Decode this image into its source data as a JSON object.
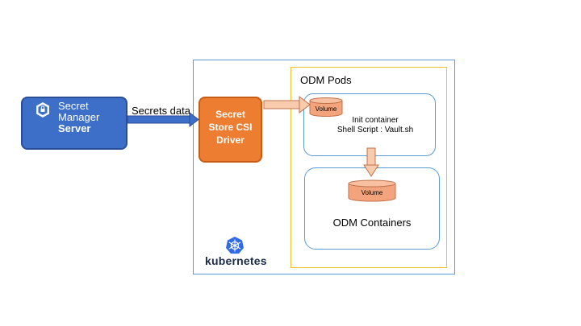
{
  "secret_manager": {
    "line1": "Secret",
    "line2": "Manager",
    "line3": "Server",
    "icon": "secret-manager-hexagon-icon"
  },
  "edge_label": "Secrets data",
  "csi_driver": {
    "line1": "Secret",
    "line2": "Store CSI",
    "line3": "Driver"
  },
  "pods_label": "ODM Pods",
  "init_container": {
    "volume": "Volume",
    "line1": "Init container",
    "line2": "Shell Script : Vault.sh"
  },
  "odm_containers": {
    "volume": "Volume",
    "label": "ODM Containers"
  },
  "kubernetes": {
    "label": "kubernetes",
    "icon": "kubernetes-helm-icon"
  },
  "colors": {
    "secret_manager": "#3d6fc9",
    "csi_driver": "#ed7d31",
    "volume": "#f4a47c",
    "frame": "#5b9bd5",
    "pods_frame": "#f0c028",
    "arrow": "#f8cbad"
  }
}
